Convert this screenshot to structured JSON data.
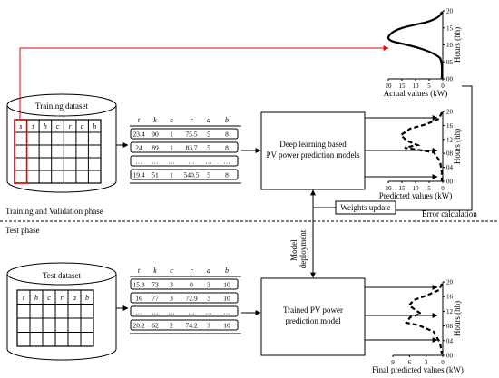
{
  "phases": {
    "training": "Training and Validation phase",
    "test": "Test phase"
  },
  "datasets": {
    "training_title": "Training dataset",
    "test_title": "Test dataset",
    "training_cols": [
      "s",
      "t",
      "h",
      "c",
      "r",
      "a",
      "b"
    ],
    "test_cols": [
      "t",
      "h",
      "c",
      "r",
      "a",
      "b"
    ]
  },
  "train_table": {
    "headers": [
      "t",
      "k",
      "c",
      "r",
      "a",
      "b"
    ],
    "rows": [
      [
        "23.4",
        "90",
        "1",
        "75.5",
        "5",
        "8"
      ],
      [
        "24",
        "89",
        "1",
        "83.7",
        "5",
        "8"
      ],
      [
        "…",
        "…",
        "…",
        "…",
        "…",
        "…"
      ],
      [
        "19.4",
        "51",
        "1",
        "540.5",
        "5",
        "8"
      ]
    ]
  },
  "test_table": {
    "headers": [
      "t",
      "k",
      "c",
      "r",
      "a",
      "b"
    ],
    "rows": [
      [
        "15.8",
        "73",
        "3",
        "0",
        "3",
        "10"
      ],
      [
        "16",
        "77",
        "3",
        "72.9",
        "3",
        "10"
      ],
      [
        "…",
        "…",
        "…",
        "…",
        "…",
        "…"
      ],
      [
        "20.2",
        "62",
        "2",
        "74.2",
        "3",
        "10"
      ]
    ]
  },
  "boxes": {
    "dl_line1": "Deep learning based",
    "dl_line2": "PV power prediction models",
    "trained_line1": "Trained PV power",
    "trained_line2": "prediction model",
    "weights": "Weights update"
  },
  "labels": {
    "error": "Error calculation",
    "deploy_line1": "Model",
    "deploy_line2": "deployment"
  },
  "charts": {
    "actual": {
      "xlabel": "Actual values (kW)",
      "ylabel": "Hours (hh)",
      "xticks": [
        "20",
        "15",
        "10",
        "5",
        "0"
      ],
      "yticks": [
        "20",
        "15",
        "10",
        "05",
        "00"
      ]
    },
    "predicted": {
      "xlabel": "Predicted values (kW)",
      "ylabel": "Hours (hh)",
      "xticks": [
        "20",
        "15",
        "10",
        "5",
        "0"
      ],
      "yticks": [
        "20",
        "16",
        "12",
        "08",
        "04",
        "00"
      ]
    },
    "final": {
      "xlabel": "Final predicted values (kW)",
      "ylabel": "Hours (hh)",
      "xticks": [
        "9",
        "6",
        "3",
        "0"
      ],
      "yticks": [
        "20",
        "16",
        "12",
        "08",
        "04",
        "00"
      ]
    }
  },
  "colors": {
    "highlight": "#e8000b"
  }
}
